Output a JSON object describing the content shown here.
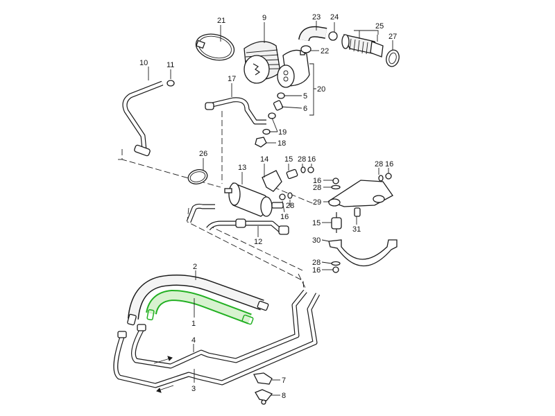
{
  "diagram": {
    "title": "Fuel system exploded parts diagram",
    "highlight_color": "#22b022",
    "highlight_fill": "#d8f2d0",
    "highlighted_part": "1",
    "callouts": [
      {
        "id": "c1",
        "label": "1",
        "part": "highlighted fuel hose"
      },
      {
        "id": "c2",
        "label": "2",
        "part": "fuel hose"
      },
      {
        "id": "c3",
        "label": "3",
        "part": "fuel line (lower)"
      },
      {
        "id": "c4",
        "label": "4",
        "part": "fuel line (upper)"
      },
      {
        "id": "c5",
        "label": "5",
        "part": "sealing ring"
      },
      {
        "id": "c6",
        "label": "6",
        "part": "union fitting"
      },
      {
        "id": "c7",
        "label": "7",
        "part": "line clip"
      },
      {
        "id": "c8",
        "label": "8",
        "part": "line clamp"
      },
      {
        "id": "c9",
        "label": "9",
        "part": "rubber sleeve"
      },
      {
        "id": "c10",
        "label": "10",
        "part": "fuel line with banjo fitting"
      },
      {
        "id": "c11",
        "label": "11",
        "part": "hose clamp"
      },
      {
        "id": "c12",
        "label": "12",
        "part": "pressure line"
      },
      {
        "id": "c13",
        "label": "13",
        "part": "fuel filter"
      },
      {
        "id": "c14",
        "label": "14",
        "part": "filter bracket"
      },
      {
        "id": "c15a",
        "label": "15",
        "part": "rubber mount"
      },
      {
        "id": "c15b",
        "label": "15",
        "part": "rubber mount"
      },
      {
        "id": "c16a",
        "label": "16",
        "part": "nut"
      },
      {
        "id": "c16b",
        "label": "16",
        "part": "nut"
      },
      {
        "id": "c16c",
        "label": "16",
        "part": "nut"
      },
      {
        "id": "c16d",
        "label": "16",
        "part": "nut"
      },
      {
        "id": "c16e",
        "label": "16",
        "part": "nut"
      },
      {
        "id": "c17",
        "label": "17",
        "part": "pressure line"
      },
      {
        "id": "c18",
        "label": "18",
        "part": "cap nut"
      },
      {
        "id": "c19",
        "label": "19",
        "part": "sealing rings"
      },
      {
        "id": "c20",
        "label": "20",
        "part": "fuel pump assembly"
      },
      {
        "id": "c21",
        "label": "21",
        "part": "hose clamp"
      },
      {
        "id": "c22",
        "label": "22",
        "part": "hose clamp"
      },
      {
        "id": "c23",
        "label": "23",
        "part": "elbow hose"
      },
      {
        "id": "c24",
        "label": "24",
        "part": "hose clamp"
      },
      {
        "id": "c25",
        "label": "25",
        "part": "intake assembly"
      },
      {
        "id": "c26",
        "label": "26",
        "part": "clamp"
      },
      {
        "id": "c27",
        "label": "27",
        "part": "sealing ring"
      },
      {
        "id": "c28a",
        "label": "28",
        "part": "washer"
      },
      {
        "id": "c28b",
        "label": "28",
        "part": "washer"
      },
      {
        "id": "c28c",
        "label": "28",
        "part": "washer"
      },
      {
        "id": "c28d",
        "label": "28",
        "part": "washer"
      },
      {
        "id": "c28e",
        "label": "28",
        "part": "washer"
      },
      {
        "id": "c29",
        "label": "29",
        "part": "bracket plate"
      },
      {
        "id": "c30",
        "label": "30",
        "part": "pump clamp strap"
      },
      {
        "id": "c31",
        "label": "31",
        "part": "stud"
      }
    ]
  }
}
